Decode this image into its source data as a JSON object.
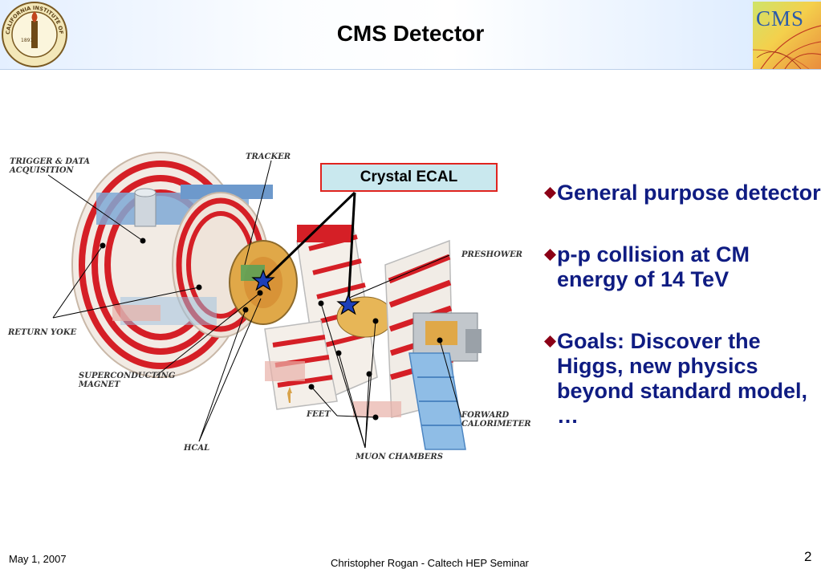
{
  "slide": {
    "title": "CMS Detector",
    "callout": "Crystal ECAL",
    "bullets": [
      "General purpose detector",
      "p-p collision at CM energy of 14 TeV",
      "Goals: Discover the Higgs, new physics beyond standard model, …"
    ]
  },
  "logos": {
    "left_text": "CALIFORNIA INSTITUTE OF TECHNOLOGY",
    "left_year": "1891",
    "right_text": "CMS"
  },
  "diagram_labels": {
    "trigger": [
      "TRIGGER & DATA",
      "ACQUISITION"
    ],
    "tracker": "TRACKER",
    "preshower": "PRESHOWER",
    "return_yoke": "RETURN YOKE",
    "magnet": [
      "SUPERCONDUCTING",
      "MAGNET"
    ],
    "feet": "FEET",
    "forward": [
      "FORWARD",
      "CALORIMETER"
    ],
    "hcal": "HCAL",
    "muon": "MUON CHAMBERS"
  },
  "footer": {
    "date": "May 1, 2007",
    "presenter": "Christopher Rogan - Caltech HEP Seminar",
    "page": "2"
  },
  "colors": {
    "bullet_text": "#0f1c82",
    "bullet_marker": "#8b0016",
    "callout_border": "#e0241f",
    "callout_fill": "#c9e8ee"
  }
}
